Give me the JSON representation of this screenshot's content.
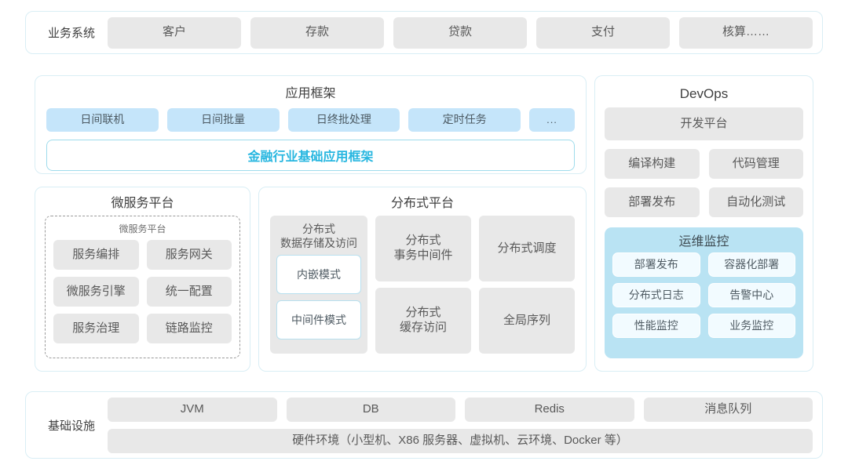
{
  "business_systems": {
    "label": "业务系统",
    "items": [
      "客户",
      "存款",
      "贷款",
      "支付",
      "核算……"
    ]
  },
  "app_framework": {
    "title": "应用框架",
    "items": [
      "日间联机",
      "日间批量",
      "日终批处理",
      "定时任务"
    ],
    "more": "...",
    "base_label": "金融行业基础应用框架",
    "base_color": "#29b7e0"
  },
  "microservice_platform": {
    "title": "微服务平台",
    "inner_title": "微服务平台",
    "items": [
      "服务编排",
      "服务网关",
      "微服务引擎",
      "统一配置",
      "服务治理",
      "链路监控"
    ]
  },
  "distributed_platform": {
    "title": "分布式平台",
    "storage": {
      "title_line1": "分布式",
      "title_line2": "数据存储及访问",
      "modes": [
        "内嵌模式",
        "中间件模式"
      ]
    },
    "grid": [
      "分布式\n事务中间件",
      "分布式调度",
      "分布式\n缓存访问",
      "全局序列"
    ]
  },
  "devops": {
    "title": "DevOps",
    "platform": "开发平台",
    "items": [
      "编译构建",
      "代码管理",
      "部署发布",
      "自动化测试"
    ],
    "ops_monitor": {
      "title": "运维监控",
      "items": [
        "部署发布",
        "容器化部署",
        "分布式日志",
        "告警中心",
        "性能监控",
        "业务监控"
      ]
    }
  },
  "infrastructure": {
    "label": "基础设施",
    "items": [
      "JVM",
      "DB",
      "Redis",
      "消息队列"
    ],
    "hardware": "硬件环境（小型机、X86 服务器、虚拟机、云环境、Docker 等）"
  },
  "colors": {
    "card_border": "#d9eef5",
    "chip_grey": "#e8e8e8",
    "chip_blue": "#c5e5fa",
    "ops_blue": "#b9e3f3",
    "accent": "#29b7e0"
  }
}
